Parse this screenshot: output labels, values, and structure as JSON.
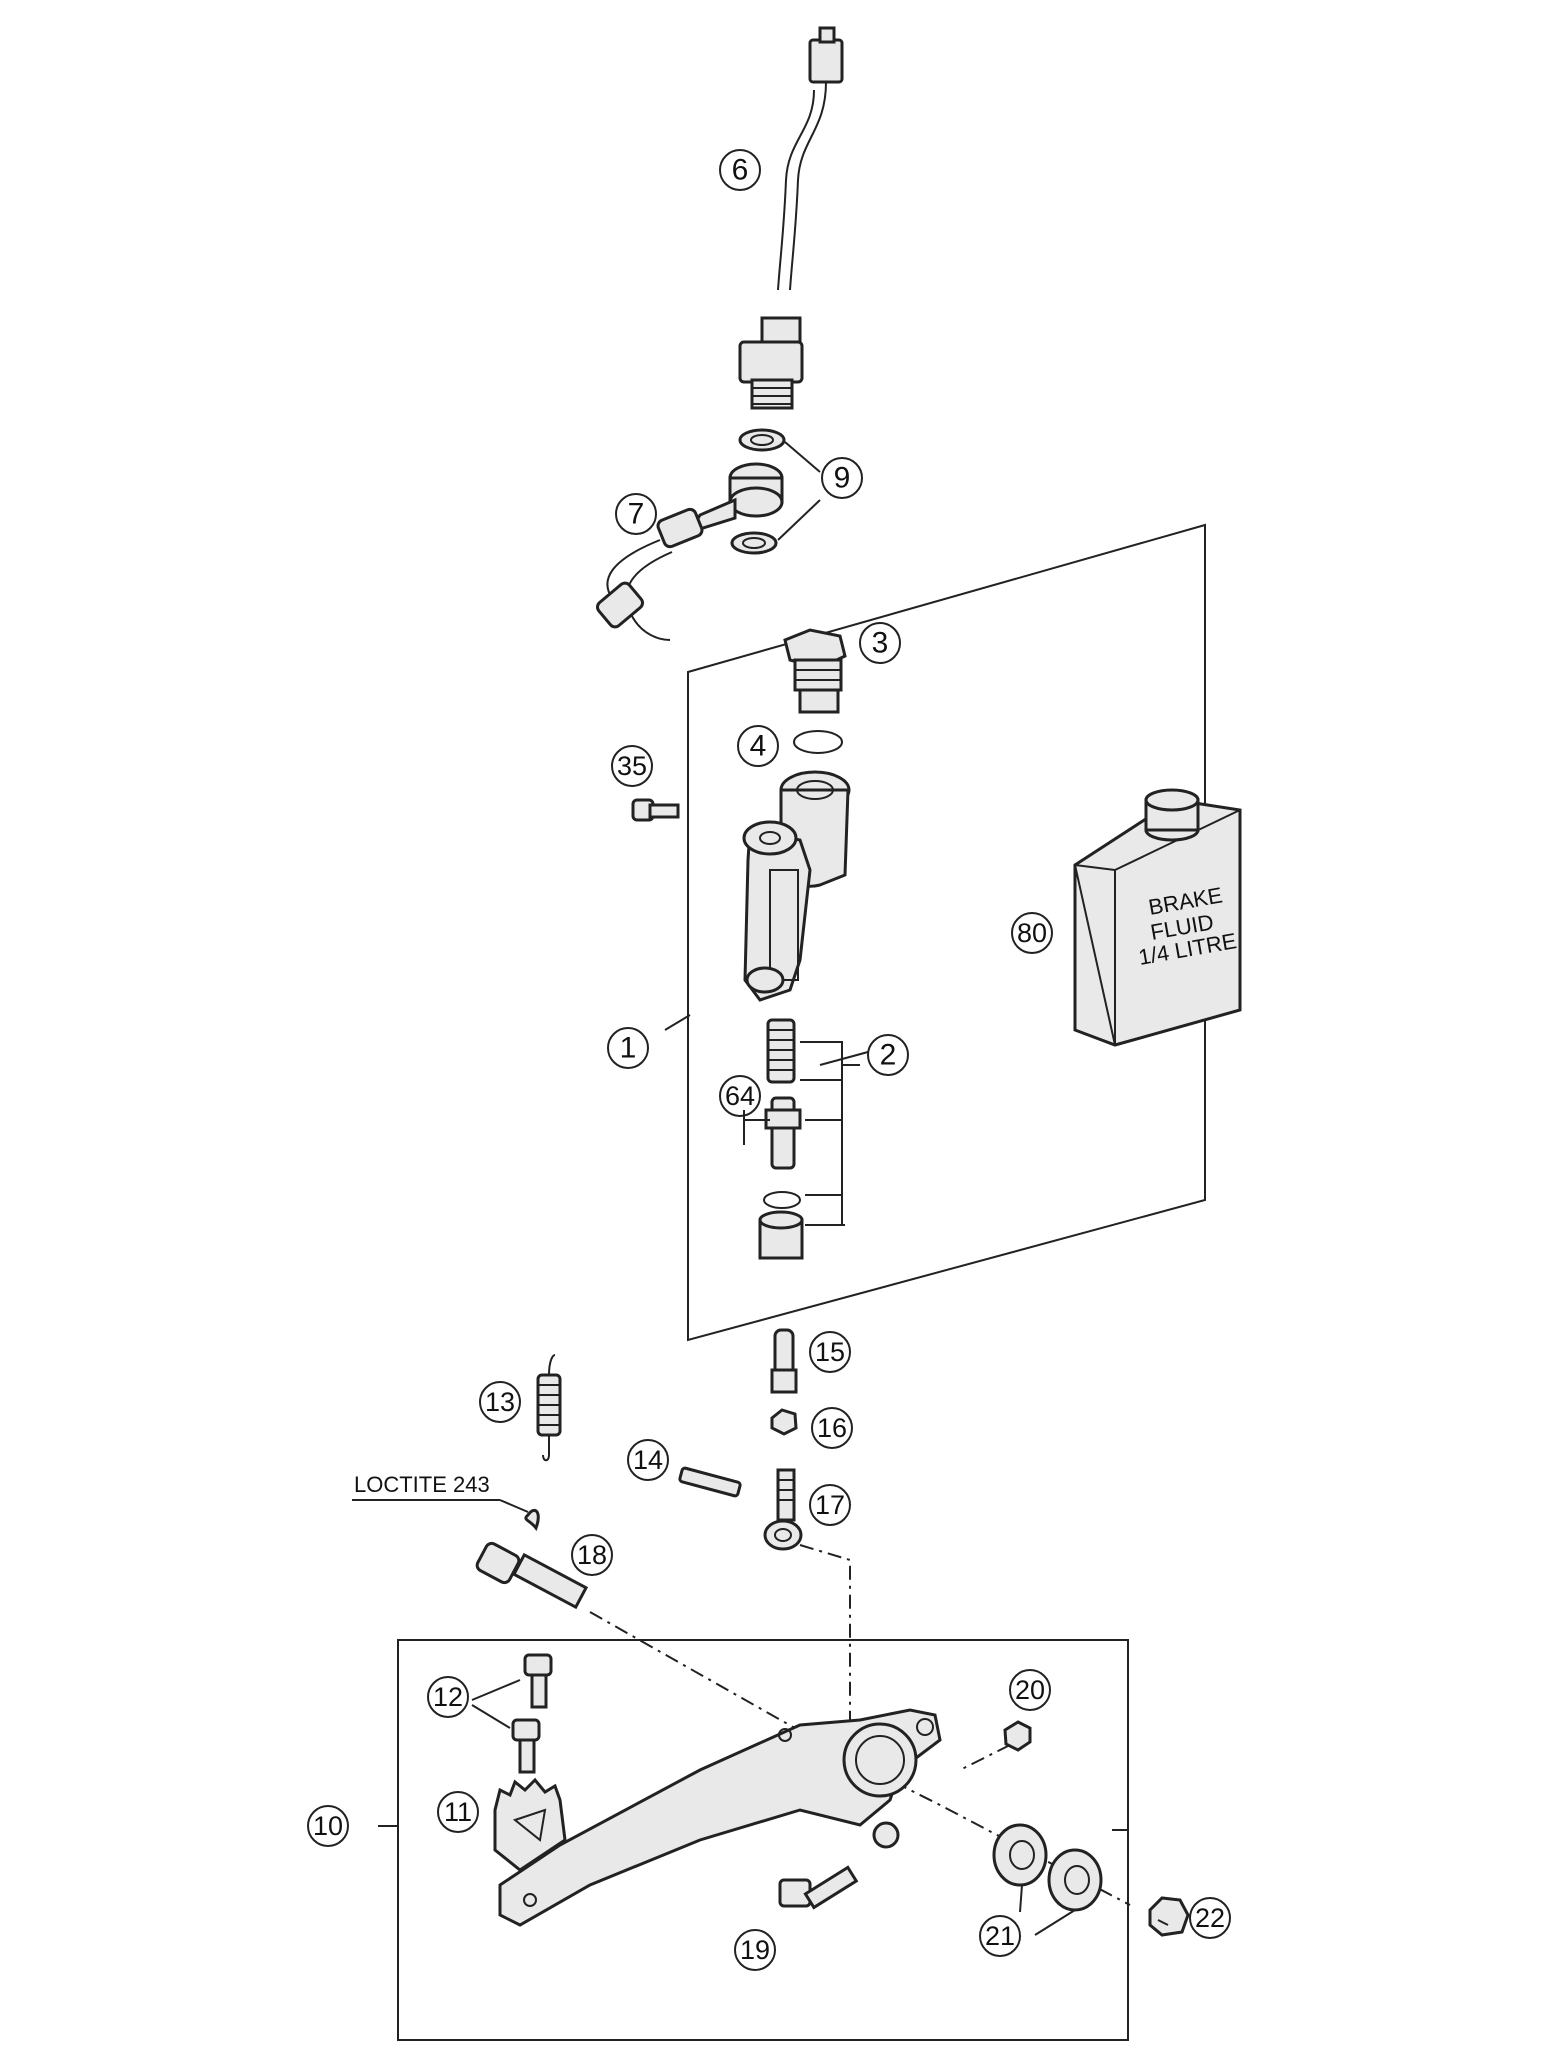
{
  "callouts": [
    {
      "id": "c1",
      "label": "1"
    },
    {
      "id": "c2",
      "label": "2"
    },
    {
      "id": "c3",
      "label": "3"
    },
    {
      "id": "c4",
      "label": "4"
    },
    {
      "id": "c6",
      "label": "6"
    },
    {
      "id": "c7",
      "label": "7"
    },
    {
      "id": "c9",
      "label": "9"
    },
    {
      "id": "c10",
      "label": "10"
    },
    {
      "id": "c11",
      "label": "11"
    },
    {
      "id": "c12",
      "label": "12"
    },
    {
      "id": "c13",
      "label": "13"
    },
    {
      "id": "c14",
      "label": "14"
    },
    {
      "id": "c15",
      "label": "15"
    },
    {
      "id": "c16",
      "label": "16"
    },
    {
      "id": "c17",
      "label": "17"
    },
    {
      "id": "c18",
      "label": "18"
    },
    {
      "id": "c19",
      "label": "19"
    },
    {
      "id": "c20",
      "label": "20"
    },
    {
      "id": "c21",
      "label": "21"
    },
    {
      "id": "c22",
      "label": "22"
    },
    {
      "id": "c35",
      "label": "35"
    },
    {
      "id": "c64",
      "label": "64"
    },
    {
      "id": "c80",
      "label": "80"
    }
  ],
  "annotations": {
    "loctite": "LOCTITE 243"
  },
  "brake_fluid_bottle": {
    "line1": "BRAKE",
    "line2": "FLUID",
    "line3": "1/4 LITRE"
  }
}
